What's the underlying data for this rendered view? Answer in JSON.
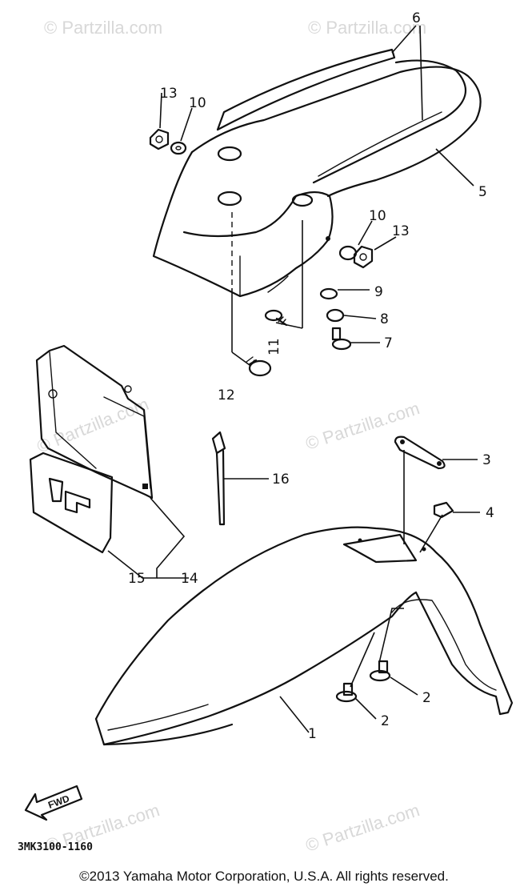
{
  "watermark": "© Partzilla.com",
  "diagram_code": "3MK3100-1160",
  "direction_marker": "FWD",
  "copyright": "©2013  Yamaha Motor Corporation, U.S.A. All rights reserved.",
  "callouts": [
    "1",
    "2",
    "2",
    "3",
    "4",
    "5",
    "6",
    "7",
    "8",
    "9",
    "10",
    "10",
    "11",
    "12",
    "13",
    "13",
    "14",
    "15",
    "16"
  ]
}
